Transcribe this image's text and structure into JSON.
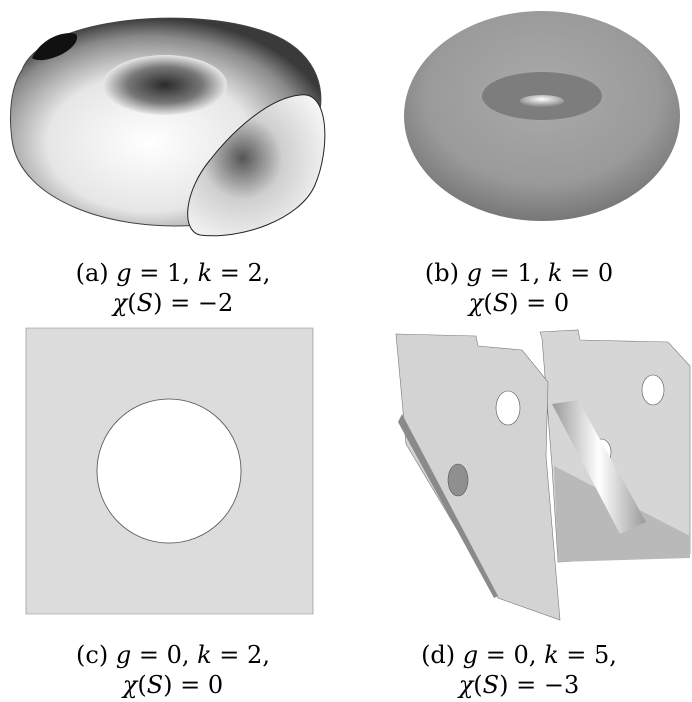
{
  "panels": [
    {
      "id": "a",
      "tag": "(a)",
      "line1": {
        "var1": "g",
        "val1": "1",
        "var2": "k",
        "val2": "2",
        "trail": ","
      },
      "line2": {
        "chi_var": "S",
        "value": "−2"
      }
    },
    {
      "id": "b",
      "tag": "(b)",
      "line1": {
        "var1": "g",
        "val1": "1",
        "var2": "k",
        "val2": "0",
        "trail": ""
      },
      "line2": {
        "chi_var": "S",
        "value": "0"
      }
    },
    {
      "id": "c",
      "tag": "(c)",
      "line1": {
        "var1": "g",
        "val1": "0",
        "var2": "k",
        "val2": "2",
        "trail": ","
      },
      "line2": {
        "chi_var": "S",
        "value": "0"
      }
    },
    {
      "id": "d",
      "tag": "(d)",
      "line1": {
        "var1": "g",
        "val1": "0",
        "var2": "k",
        "val2": "5",
        "trail": ","
      },
      "line2": {
        "chi_var": "S",
        "value": "−3"
      }
    }
  ],
  "colors": {
    "surface_light": "#f2f2f2",
    "surface_dark": "#1a1a1a",
    "torus_gray": "#9a9a9a",
    "plate_gray": "#dcdcdc",
    "edge": "#333333"
  }
}
